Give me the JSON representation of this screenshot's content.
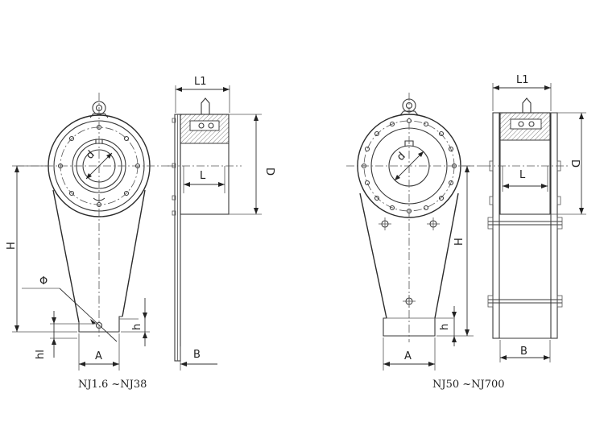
{
  "labels": {
    "L1_left": "L1",
    "L1_right": "L1",
    "D_left": "D",
    "D_right": "D",
    "L_left": "L",
    "L_right": "L",
    "H_left": "H",
    "H_right": "H",
    "h_left": "h",
    "h_right": "h",
    "hl": "hl",
    "A_left": "A",
    "A_right": "A",
    "B_left": "B",
    "B_right": "B",
    "d_left": "d",
    "d_right": "d",
    "phi": "Φ"
  },
  "captions": {
    "left": "NJ1.6 ~NJ38",
    "right": "NJ50 ~NJ700"
  }
}
